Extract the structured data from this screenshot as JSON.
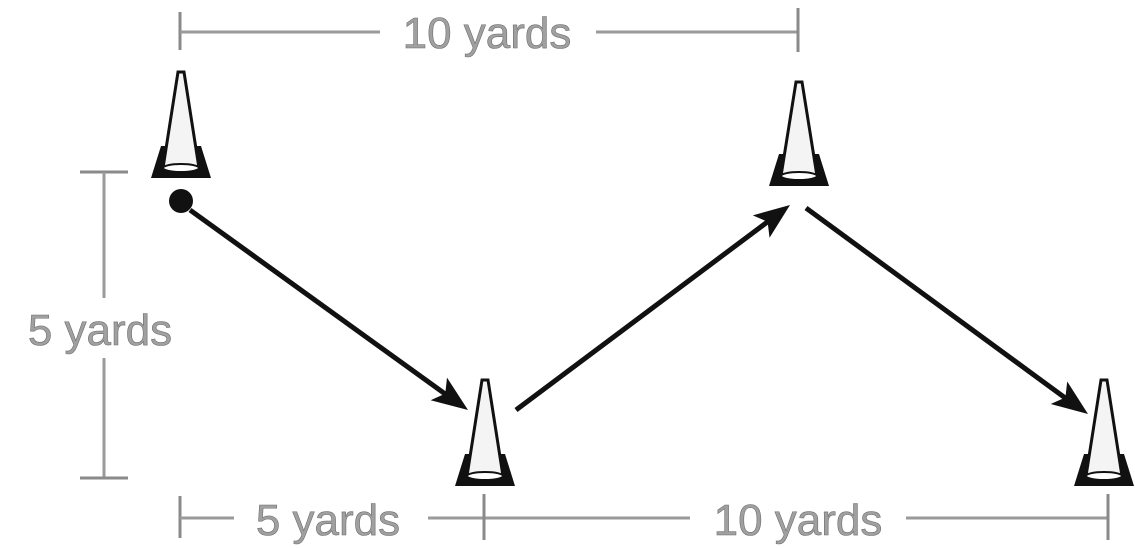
{
  "labels": {
    "top_span": "10  yards",
    "vertical_span": "5  yards",
    "bottom_left_span": "5  yards",
    "bottom_right_span": "10  yards"
  },
  "colors": {
    "cone": "#111111",
    "dimension": "#9a9a9a",
    "label": "#a0a0a0",
    "path": "#111111"
  }
}
